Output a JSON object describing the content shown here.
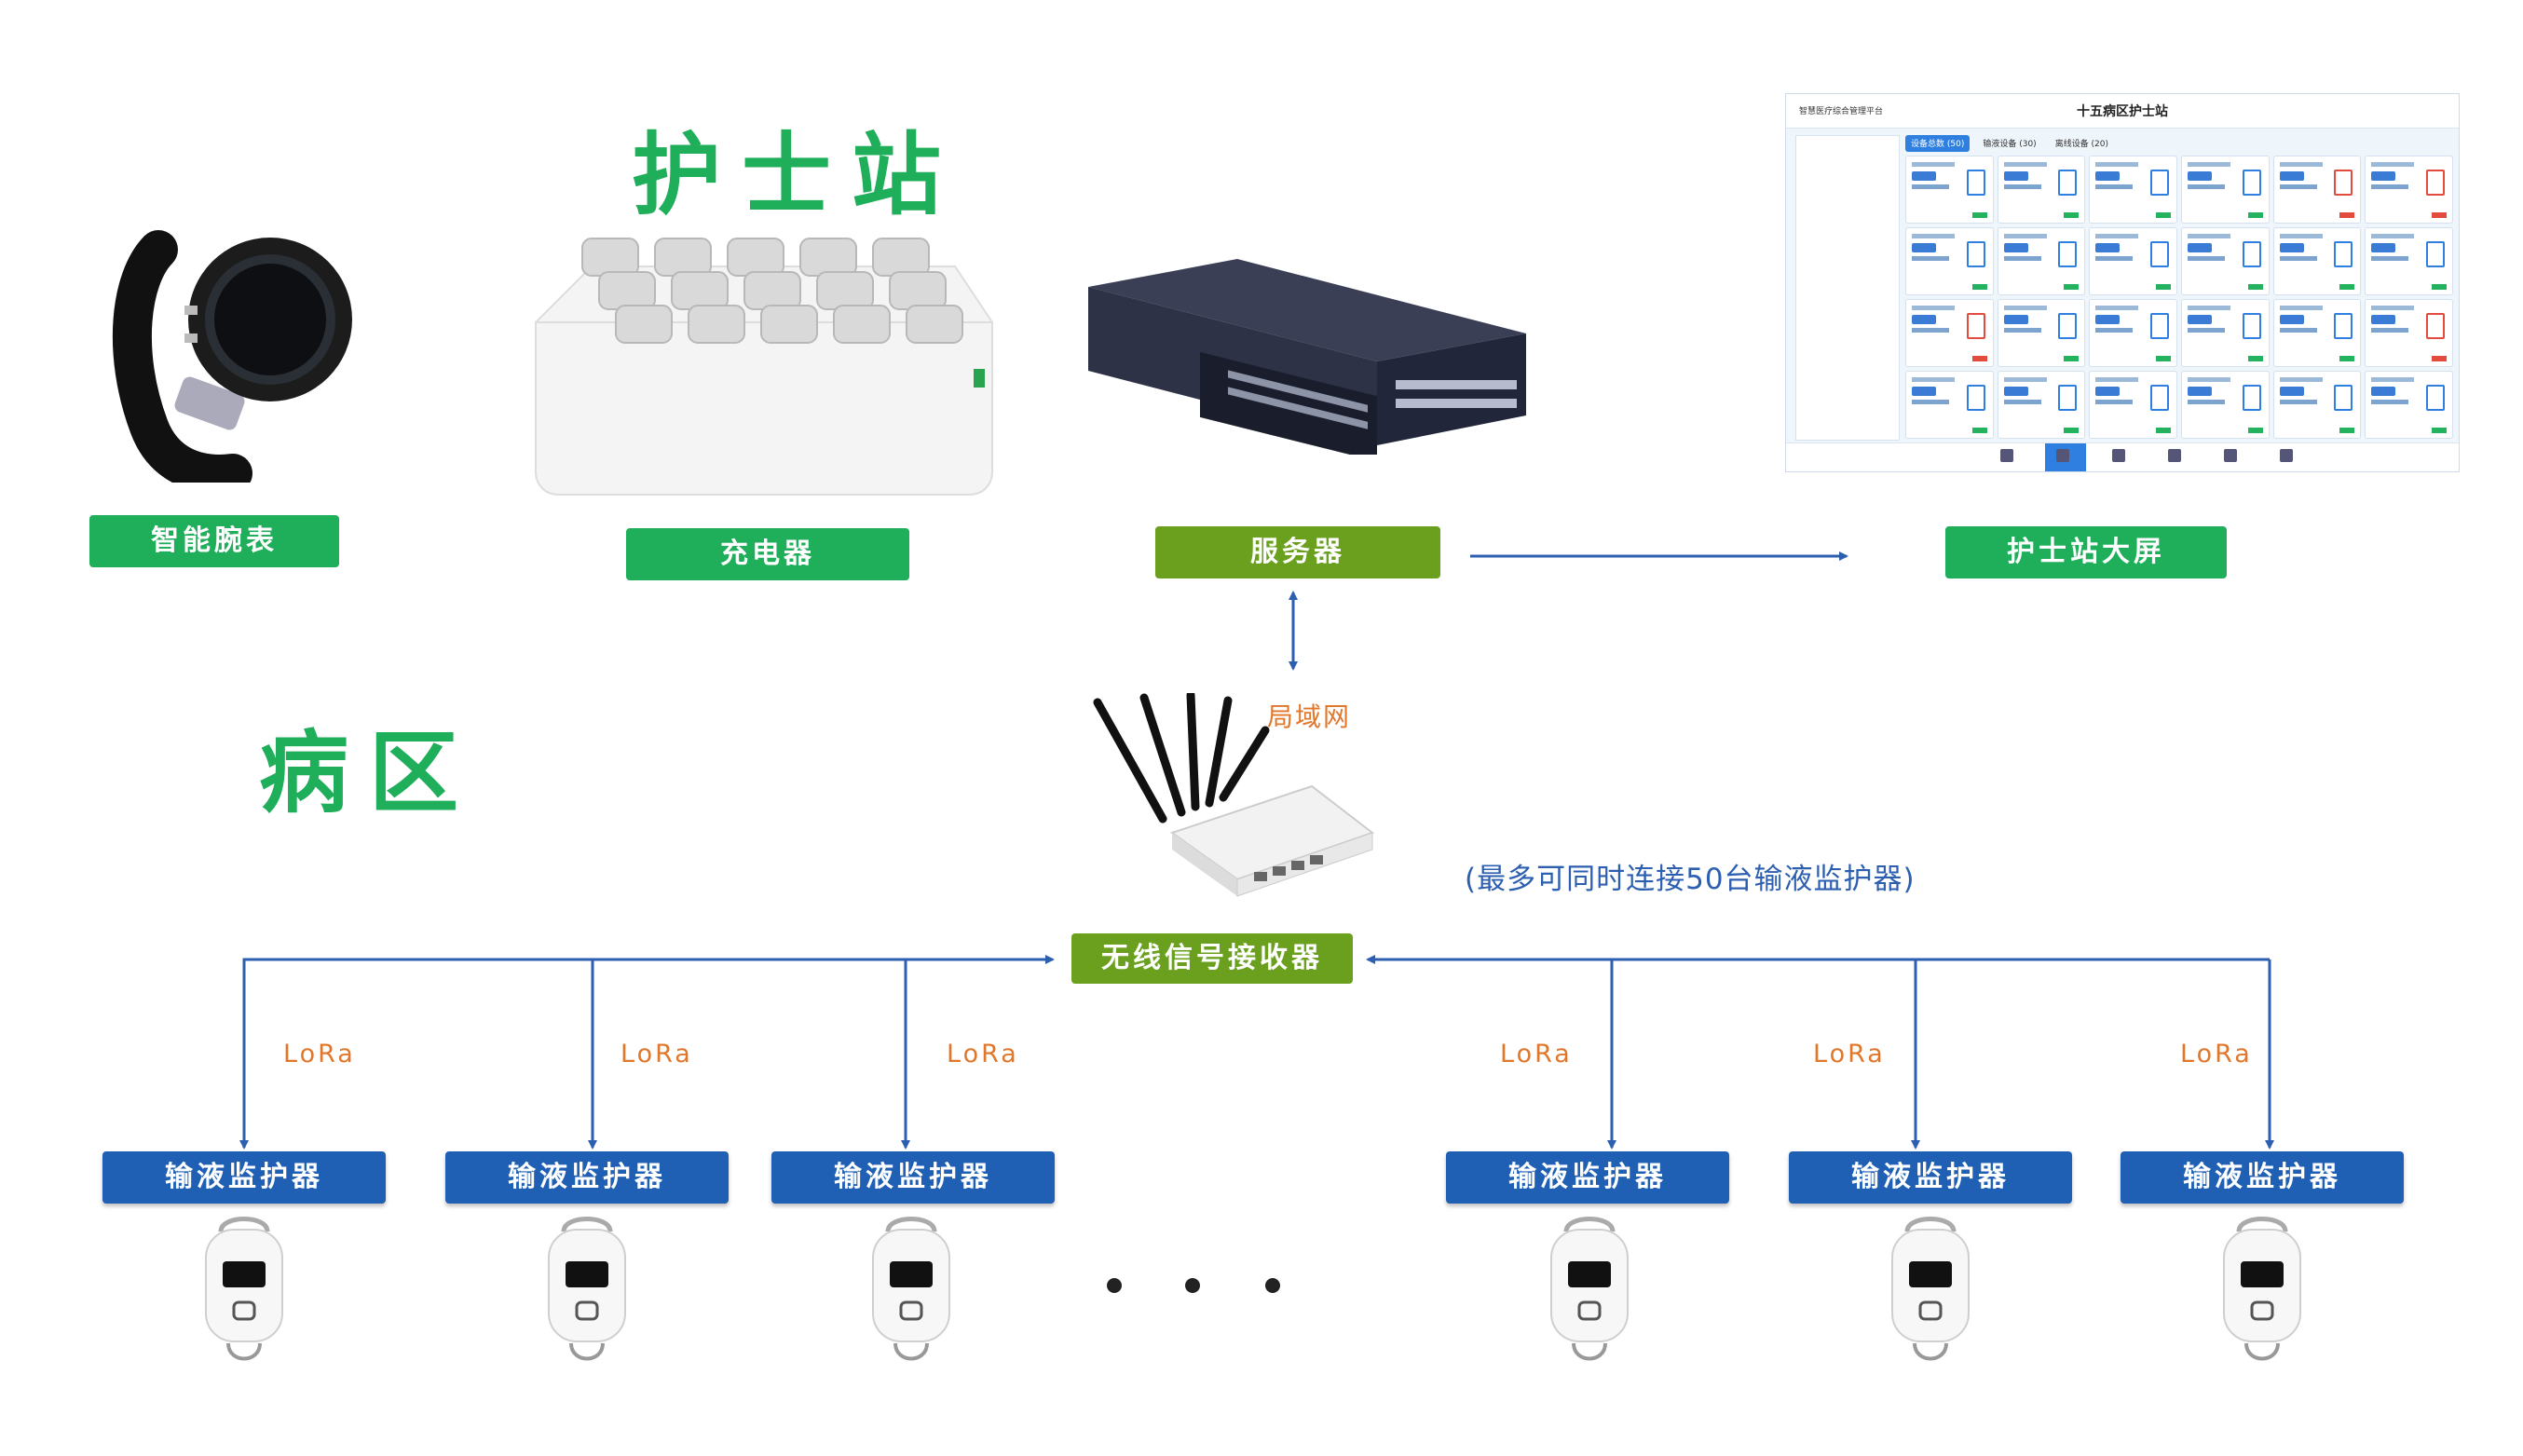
{
  "headings": {
    "nurse_station": "护士站",
    "ward": "病区"
  },
  "labels": {
    "smartwatch": "智能腕表",
    "charger": "充电器",
    "server": "服务器",
    "big_screen": "护士站大屏",
    "receiver": "无线信号接收器"
  },
  "lan_label": "局域网",
  "capacity_note": "(最多可同时连接50台输液监护器)",
  "lora_label": "LoRa",
  "monitors": [
    "输液监护器",
    "输液监护器",
    "输液监护器",
    "输液监护器",
    "输液监护器",
    "输液监护器"
  ],
  "dashboard": {
    "brand": "智慧医疗综合管理平台",
    "title": "十五病区护士站",
    "tabs": [
      "设备总数 (50)",
      "输液设备 (30)",
      "离线设备 (20)"
    ]
  },
  "colors": {
    "heading_green": "#1fae5a",
    "label_green": "#1fae5a",
    "label_olive": "#6aa01e",
    "label_blue": "#1f5fb4",
    "accent_orange": "#e0772b",
    "line_blue": "#2d5fb0"
  }
}
